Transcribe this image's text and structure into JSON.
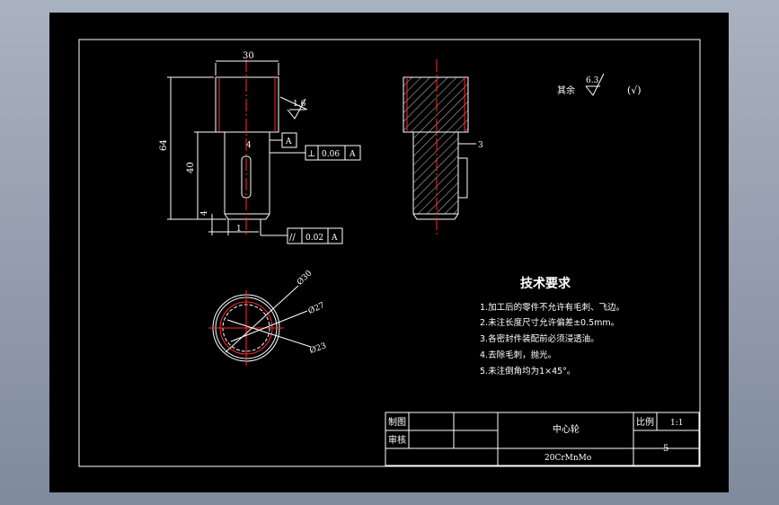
{
  "drawing": {
    "dim_width_top": "30",
    "dim_height_total": "64",
    "dim_height_shank": "40",
    "dim_small_4a": "4",
    "dim_small_4b": "4",
    "dim_small_1": "1",
    "dim_groove": "3",
    "roughness_main": "1.6",
    "datum_a1": "A",
    "perp_symbol": "⊥",
    "perp_value": "0.06",
    "perp_datum": "A",
    "par_symbol": "//",
    "par_value": "0.02",
    "par_datum": "A",
    "other_roughness_label": "其余",
    "other_roughness_value": "6.3",
    "other_roughness_check": "(√)",
    "dia_outer": "Ø30",
    "dia_mid": "Ø27",
    "dia_inner": "Ø23"
  },
  "tech": {
    "title": "技术要求",
    "items": [
      "1.加工后的零件不允许有毛刺、飞边。",
      "2.未注长度尺寸允许偏差±0.5mm。",
      "3.各密封件装配前必须浸透油。",
      "4.去除毛刺，抛光。",
      "5.未注倒角均为1×45°。"
    ]
  },
  "title_block": {
    "drawn_label": "制图",
    "check_label": "审核",
    "part_name": "中心轮",
    "material": "20CrMnMo",
    "scale_label": "比例",
    "scale_value": "1:1",
    "sheet_no": "5"
  },
  "colors": {
    "background": "#000000",
    "lines": "#ffffff",
    "centerlines": "#ff2a2a",
    "window": "#8e98a8"
  }
}
